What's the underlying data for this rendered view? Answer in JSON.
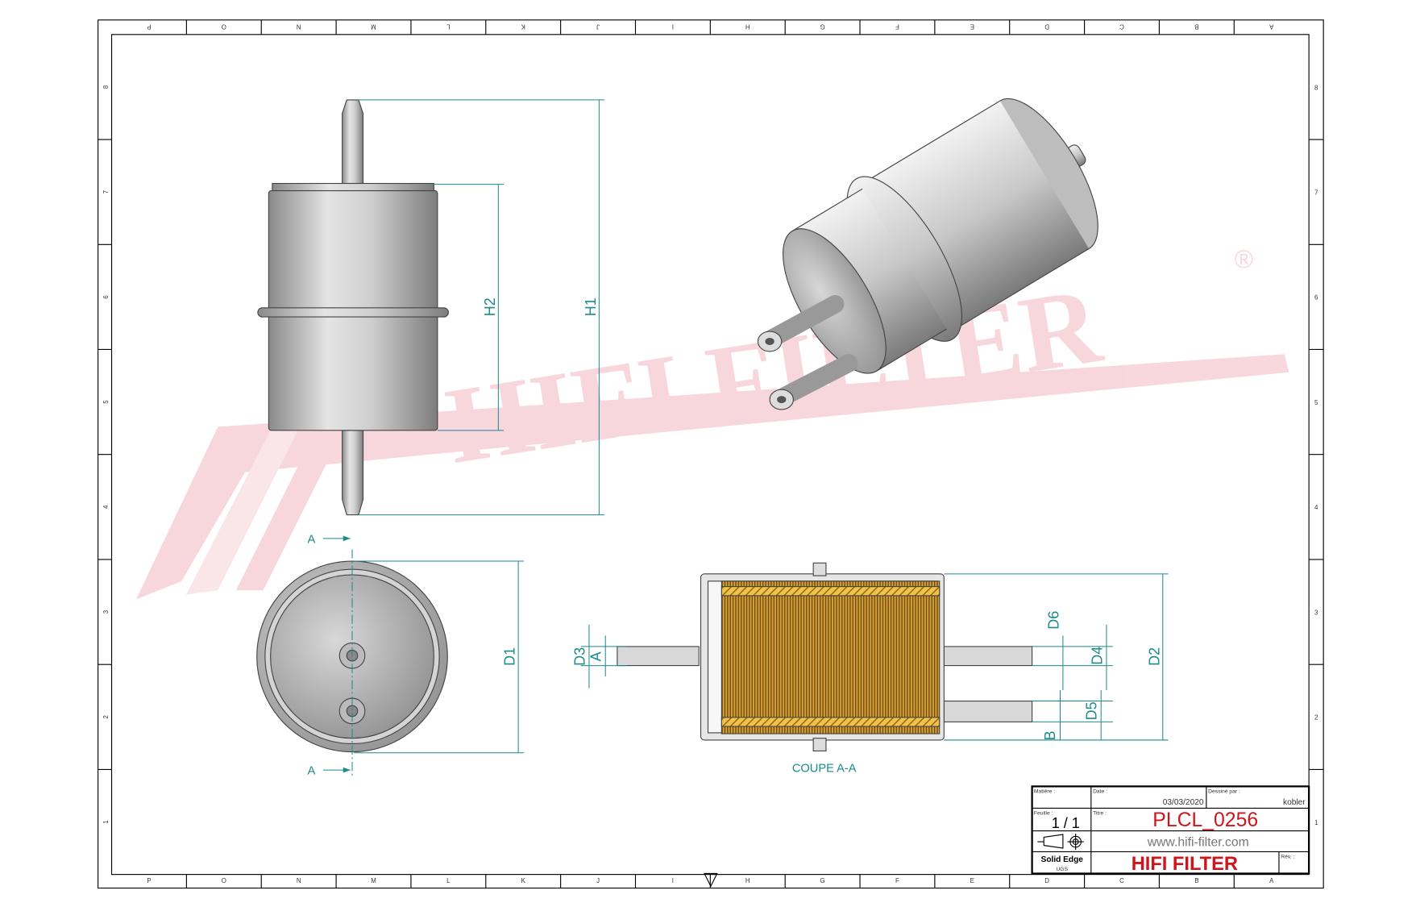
{
  "drawing": {
    "zones_letters": [
      "P",
      "O",
      "N",
      "M",
      "L",
      "K",
      "J",
      "I",
      "H",
      "G",
      "F",
      "E",
      "D",
      "C",
      "B",
      "A"
    ],
    "zones_numbers": [
      "8",
      "7",
      "6",
      "5",
      "4",
      "3",
      "2",
      "1"
    ],
    "watermark": "HIFI FILTER",
    "watermark_mark": "®",
    "dimensions": {
      "h1": "H1",
      "h2": "H2",
      "d1": "D1",
      "d2": "D2",
      "d3": "D3",
      "d4": "D4",
      "d5": "D5",
      "d6": "D6",
      "a": "A",
      "b": "B"
    },
    "section_marker": "A",
    "section_label": "COUPE A-A",
    "colors": {
      "dimension": "#1b8a8a",
      "filter_media": "#e8b23a",
      "watermark": "#f3b8c0",
      "title_red": "#d0141c"
    }
  },
  "title_block": {
    "material_label": "Matière :",
    "date_label": "Date :",
    "date": "03/03/2020",
    "drawn_by_label": "Dessiné par :",
    "drawn_by": "kobler",
    "sheet_label": "Feuille :",
    "sheet": "1 / 1",
    "title_label": "Titre :",
    "title": "PLCL_0256",
    "website": "www.hifi-filter.com",
    "software": "Solid Edge",
    "software_sub": "UGS",
    "company": "HIFI FILTER",
    "revision_label": "Rév. :"
  }
}
